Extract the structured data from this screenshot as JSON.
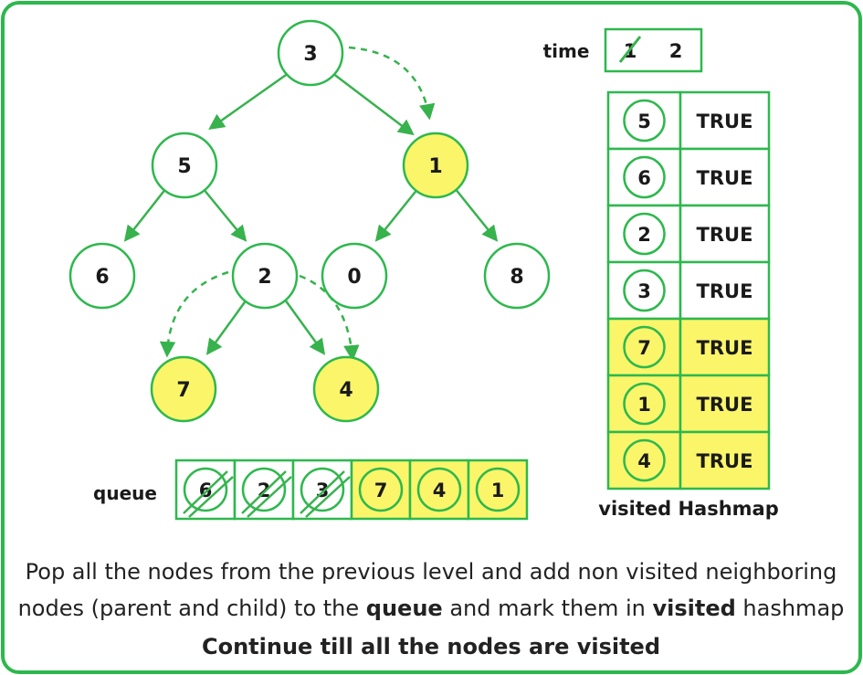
{
  "colors": {
    "frame": "#2db84d",
    "edge": "#37b24d",
    "node_fill": "#ffffff",
    "highlight_fill": "#fbf56a",
    "text": "#1a1a1a"
  },
  "tree": {
    "nodes": [
      {
        "id": "n3",
        "label": "3",
        "highlighted": false
      },
      {
        "id": "n5",
        "label": "5",
        "highlighted": false
      },
      {
        "id": "n1",
        "label": "1",
        "highlighted": true
      },
      {
        "id": "n6",
        "label": "6",
        "highlighted": false
      },
      {
        "id": "n2",
        "label": "2",
        "highlighted": false
      },
      {
        "id": "n0",
        "label": "0",
        "highlighted": false
      },
      {
        "id": "n8",
        "label": "8",
        "highlighted": false
      },
      {
        "id": "n7",
        "label": "7",
        "highlighted": true
      },
      {
        "id": "n4",
        "label": "4",
        "highlighted": true
      }
    ]
  },
  "time": {
    "label": "time",
    "values": [
      {
        "value": "1",
        "struck": true
      },
      {
        "value": "2",
        "struck": false
      }
    ]
  },
  "visited": {
    "title": "visited Hashmap",
    "rows": [
      {
        "key": "5",
        "value": "TRUE",
        "highlighted": false
      },
      {
        "key": "6",
        "value": "TRUE",
        "highlighted": false
      },
      {
        "key": "2",
        "value": "TRUE",
        "highlighted": false
      },
      {
        "key": "3",
        "value": "TRUE",
        "highlighted": false
      },
      {
        "key": "7",
        "value": "TRUE",
        "highlighted": true
      },
      {
        "key": "1",
        "value": "TRUE",
        "highlighted": true
      },
      {
        "key": "4",
        "value": "TRUE",
        "highlighted": true
      }
    ]
  },
  "queue": {
    "label": "queue",
    "cells": [
      {
        "value": "6",
        "popped": true
      },
      {
        "value": "2",
        "popped": true
      },
      {
        "value": "3",
        "popped": true
      },
      {
        "value": "7",
        "popped": false
      },
      {
        "value": "4",
        "popped": false
      },
      {
        "value": "1",
        "popped": false
      }
    ]
  },
  "caption": {
    "line1": "Pop all the nodes from the previous level and add non visited neighboring",
    "line2_pre": "nodes (parent and child) to the ",
    "line2_queue": "queue",
    "line2_mid": " and mark them in ",
    "line2_visited": "visited",
    "line2_post": " hashmap",
    "line3": "Continue till all the nodes are visited"
  }
}
